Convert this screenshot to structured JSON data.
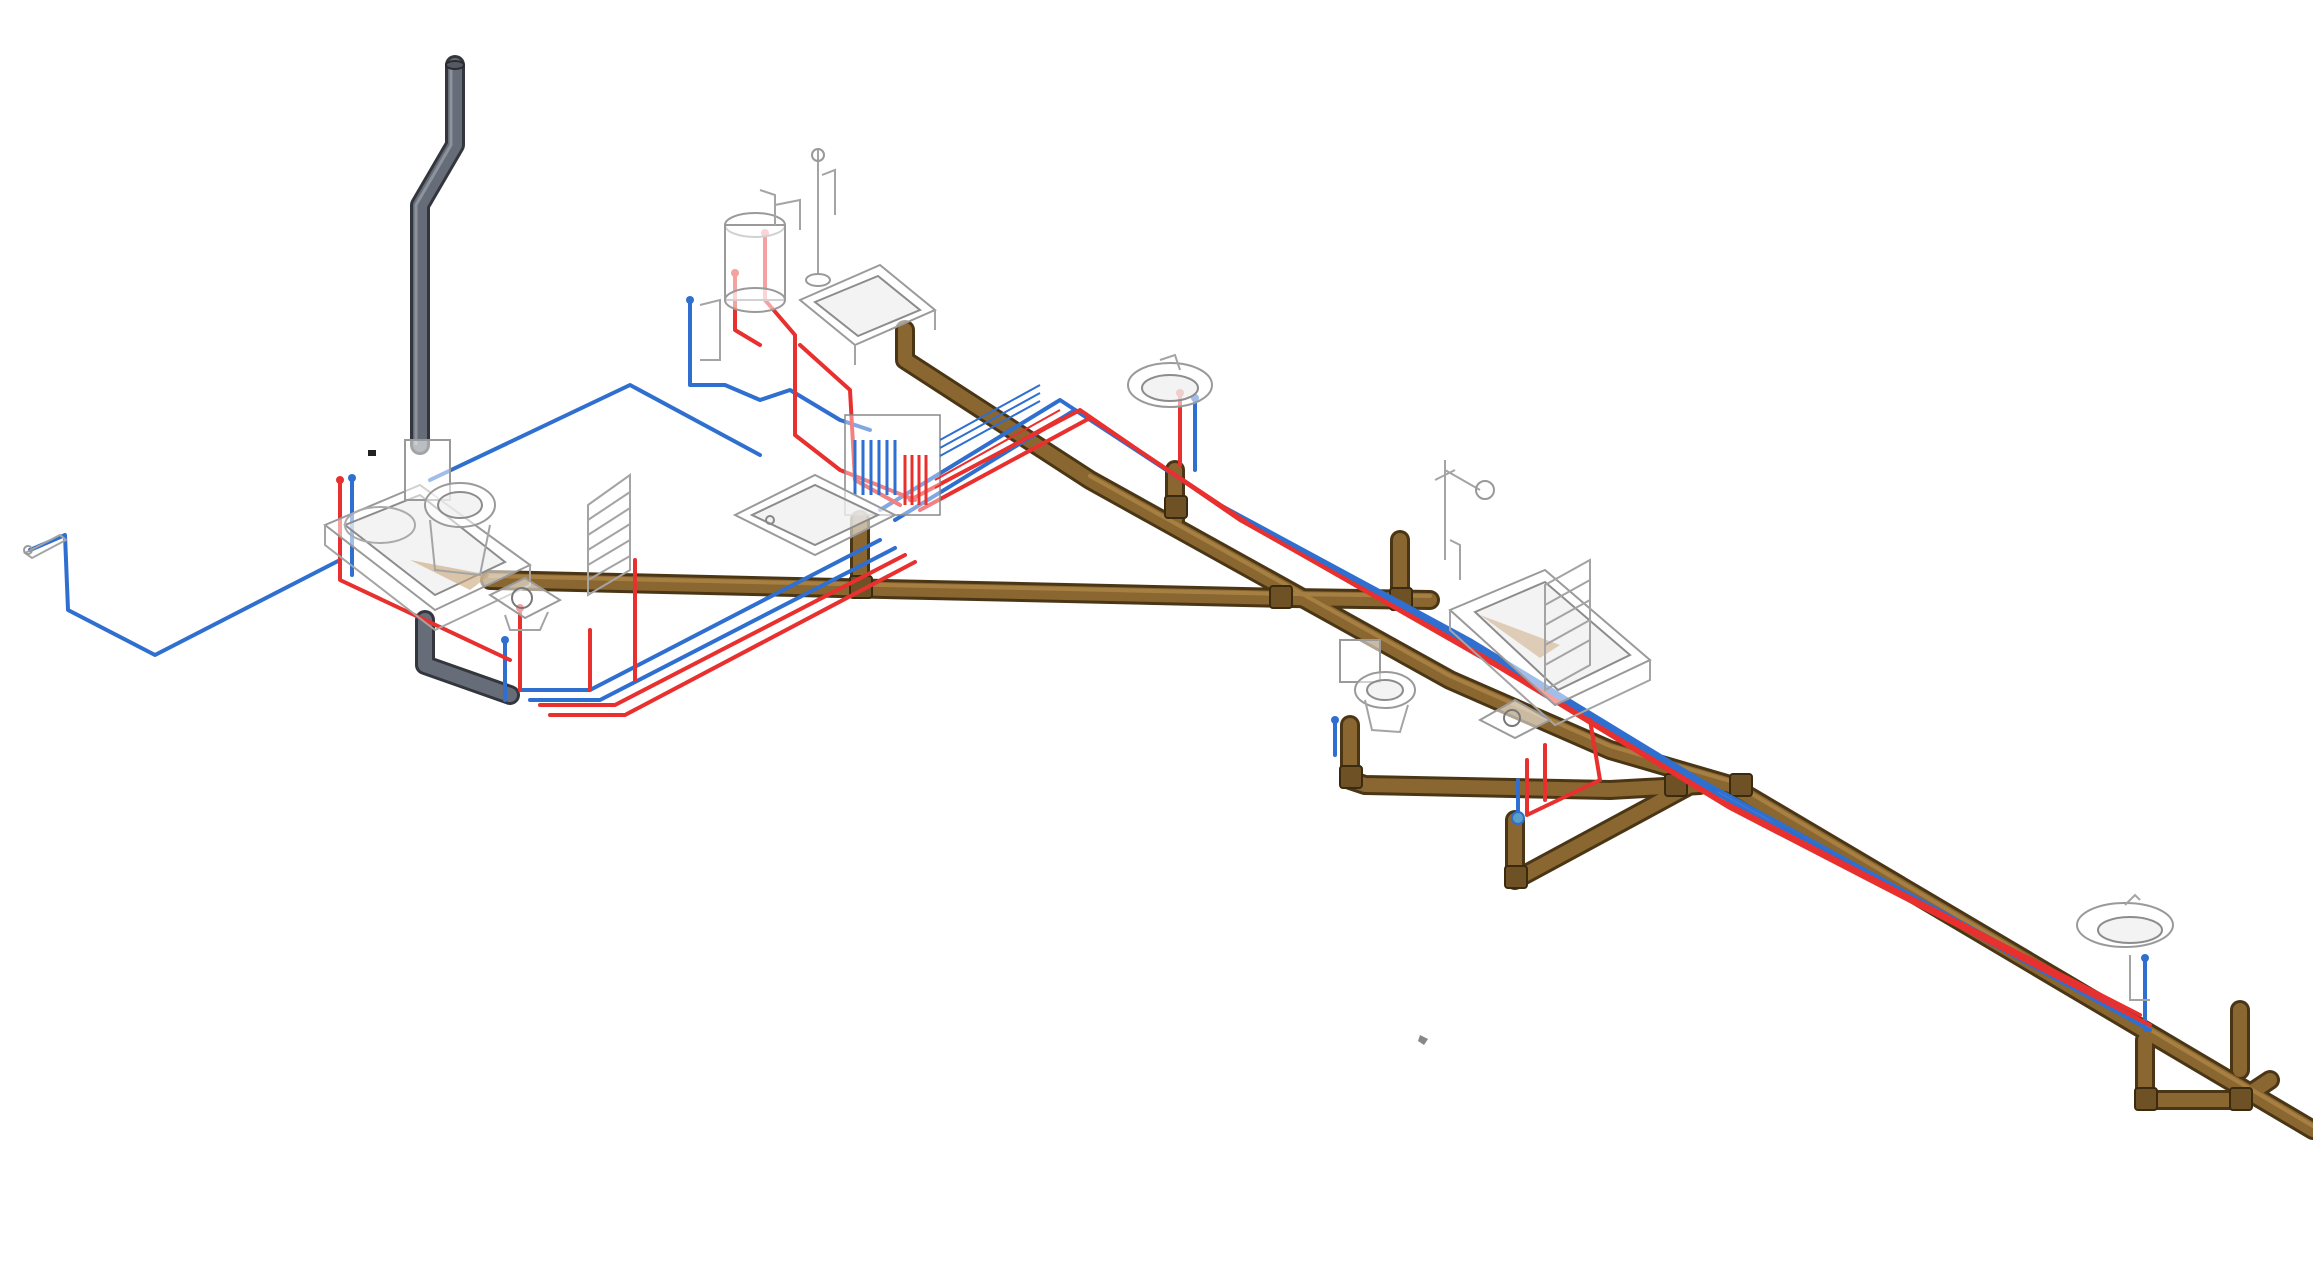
{
  "diagram": {
    "kind": "isometric plumbing schematic",
    "colors": {
      "background": "#ffffff",
      "drain_pipe": "#8a6631",
      "drain_pipe_edge": "#4a3615",
      "vent_stack": "#676d78",
      "vent_stack_edge": "#33363d",
      "hot_water": "#e8302e",
      "cold_water": "#2f6fd0",
      "fixture_outline": "#9a9a9a"
    },
    "legend": {
      "drain": "drain-pipe",
      "vent": "vent-stack",
      "hot": "hot-water-line",
      "cold": "cold-water-line"
    },
    "icons": [
      "bathtub-icon",
      "toilet-icon",
      "washbasin-icon",
      "shower-tray-icon",
      "shower-head-icon",
      "towel-rail-icon",
      "manifold-icon",
      "water-heater-icon",
      "wall-faucet-icon",
      "bidet-icon",
      "valve-icon"
    ]
  }
}
